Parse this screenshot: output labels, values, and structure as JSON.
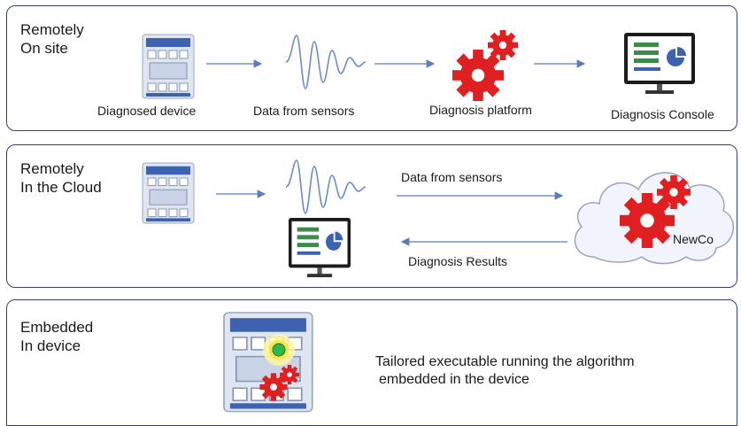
{
  "panel1": {
    "title_line1": "Remotely",
    "title_line2": "On site",
    "device_label": "Diagnosed device",
    "sensors_label": "Data from sensors",
    "platform_label": "Diagnosis platform",
    "console_label": "Diagnosis Console"
  },
  "panel2": {
    "title_line1": "Remotely",
    "title_line2": "In the Cloud",
    "sensors_label": "Data from sensors",
    "results_label": "Diagnosis Results",
    "cloud_label": "NewCo"
  },
  "panel3": {
    "title_line1": "Embedded",
    "title_line2": "In device",
    "desc_line1": "Tailored executable running the algorithm",
    "desc_line2": "embedded in the device"
  },
  "colors": {
    "border": "#2f3d8f",
    "arrow": "#5a7dc0",
    "gear": "#e02020",
    "wave": "#6a8cc8",
    "led": "#2db84a"
  }
}
